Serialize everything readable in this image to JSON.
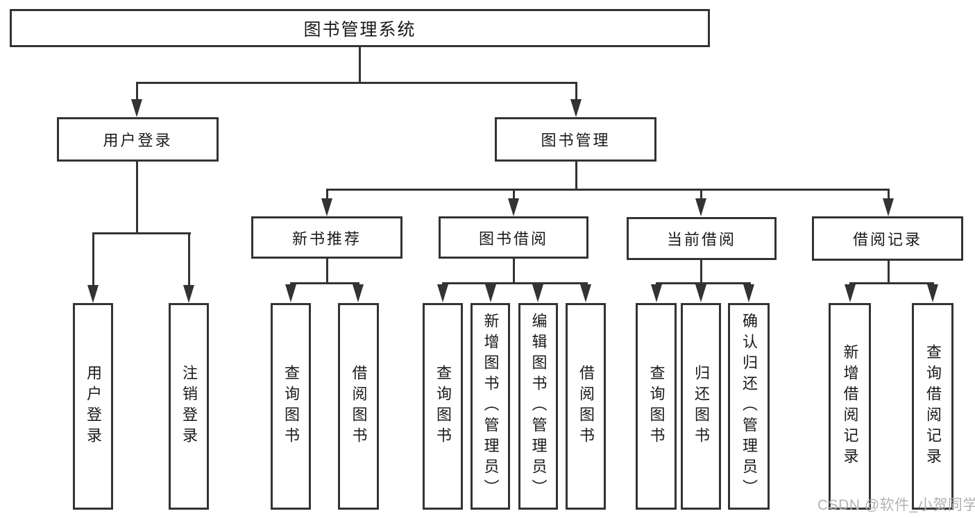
{
  "diagram": {
    "root": {
      "label": "图书管理系统"
    },
    "branches": [
      {
        "label": "用户登录",
        "children": [
          {
            "label": "用户登录"
          },
          {
            "label": "注销登录"
          }
        ]
      },
      {
        "label": "图书管理",
        "children": [
          {
            "label": "新书推荐",
            "children": [
              {
                "label": "查询图书"
              },
              {
                "label": "借阅图书"
              }
            ]
          },
          {
            "label": "图书借阅",
            "children": [
              {
                "label": "查询图书"
              },
              {
                "label": "新增图书（管理员）"
              },
              {
                "label": "编辑图书（管理员）"
              },
              {
                "label": "借阅图书"
              }
            ]
          },
          {
            "label": "当前借阅",
            "children": [
              {
                "label": "查询图书"
              },
              {
                "label": "归还图书"
              },
              {
                "label": "确认归还（管理员）"
              }
            ]
          },
          {
            "label": "借阅记录",
            "children": [
              {
                "label": "新增借阅记录"
              },
              {
                "label": "查询借阅记录"
              }
            ]
          }
        ]
      }
    ]
  },
  "watermark": {
    "text": "CSDN @软件_小贺同学"
  },
  "colors": {
    "line": "#333333",
    "text": "#1a1a1a",
    "background": "#ffffff",
    "watermark": "#b2b2b2"
  }
}
